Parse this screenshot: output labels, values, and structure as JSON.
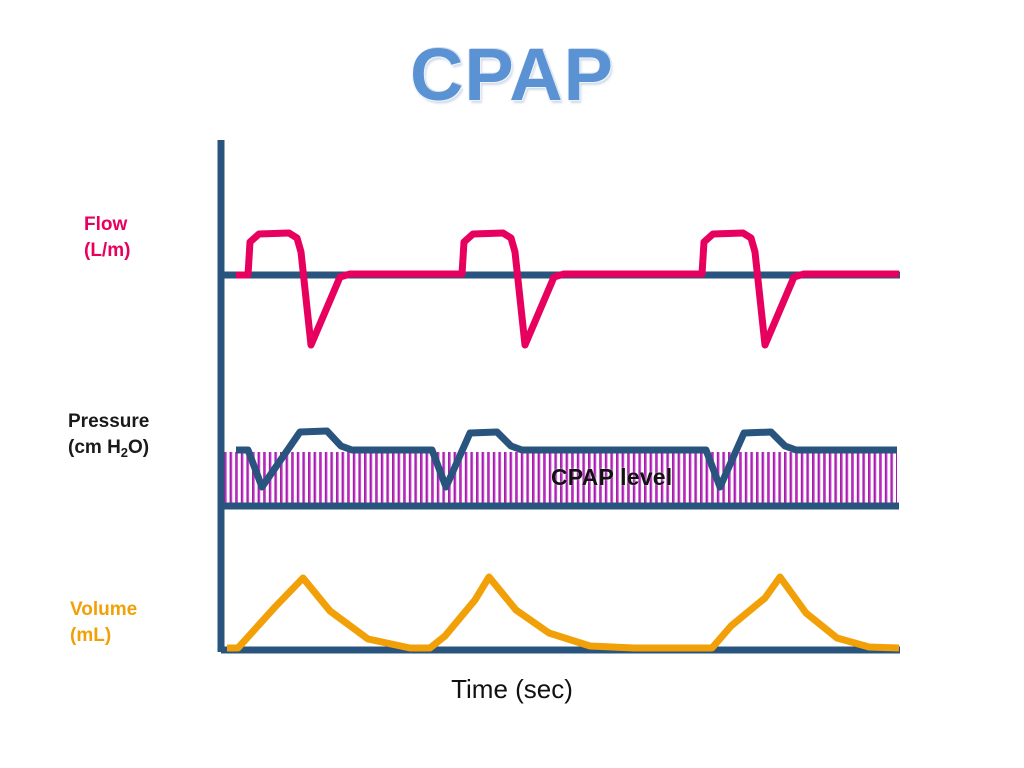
{
  "title": "CPAP",
  "labels": {
    "flow": "Flow\n(L/m)",
    "flow_line1": "Flow",
    "flow_line2": "(L/m)",
    "pressure_line1": "Pressure",
    "pressure_line2_pre": "(cm H",
    "pressure_sub": "2",
    "pressure_line2_post": "O)",
    "volume_line1": "Volume",
    "volume_line2": "(mL)",
    "time_axis": "Time (sec)",
    "cpap_level": "CPAP level"
  },
  "colors": {
    "title": "#5B92D4",
    "axis": "#28547E",
    "flow": "#E8005E",
    "pressure": "#28547E",
    "volume": "#F2A007",
    "hatch": "#A01FA8",
    "hatch_alt": "#C324C9",
    "label_pressure": "#1a1a1a",
    "background": "#FFFFFF"
  },
  "chart_data": {
    "type": "line",
    "title": "CPAP",
    "xlabel": "Time (sec)",
    "grid": false,
    "legend": "none",
    "annotations": [
      "CPAP level"
    ],
    "description": "Continuous Positive Airway Pressure ventilator waveforms: three spontaneous breath cycles showing flow, airway pressure held at a constant CPAP baseline, and delivered volume over time.",
    "panels": [
      {
        "name": "Flow",
        "ylabel": "Flow (L/m)",
        "units": "L/m",
        "baseline": 0,
        "color": "#E8005E",
        "cycles": 3,
        "cycle_period_sec": 2.0,
        "points": [
          {
            "t": 0.0,
            "v": 0.0
          },
          {
            "t": 0.18,
            "v": 0.0
          },
          {
            "t": 0.22,
            "v": 0.62
          },
          {
            "t": 0.3,
            "v": 0.82
          },
          {
            "t": 0.55,
            "v": 0.85
          },
          {
            "t": 0.66,
            "v": 0.8
          },
          {
            "t": 0.72,
            "v": 0.4
          },
          {
            "t": 0.76,
            "v": -1.25
          },
          {
            "t": 0.86,
            "v": -0.05
          },
          {
            "t": 1.0,
            "v": 0.0
          },
          {
            "t": 2.0,
            "v": 0.0
          }
        ]
      },
      {
        "name": "Pressure",
        "ylabel": "Pressure (cm H2O)",
        "units": "cm H2O",
        "baseline_label": "CPAP level",
        "cpap_baseline": 5,
        "peak": 7.5,
        "trough": 3.2,
        "color": "#28547E",
        "cycles": 3,
        "points": [
          {
            "t": 0.0,
            "v": 5.0
          },
          {
            "t": 0.12,
            "v": 3.2
          },
          {
            "t": 0.42,
            "v": 7.4
          },
          {
            "t": 0.58,
            "v": 7.5
          },
          {
            "t": 0.72,
            "v": 5.0
          },
          {
            "t": 1.0,
            "v": 5.0
          },
          {
            "t": 2.0,
            "v": 5.0
          }
        ]
      },
      {
        "name": "Volume",
        "ylabel": "Volume (mL)",
        "units": "mL",
        "baseline": 0,
        "peak": 520,
        "color": "#F2A007",
        "cycles": 3,
        "points": [
          {
            "t": 0.05,
            "v": 0
          },
          {
            "t": 0.3,
            "v": 300
          },
          {
            "t": 0.55,
            "v": 520
          },
          {
            "t": 0.8,
            "v": 250
          },
          {
            "t": 1.15,
            "v": 40
          },
          {
            "t": 1.3,
            "v": 0
          },
          {
            "t": 2.0,
            "v": 0
          }
        ]
      }
    ],
    "cycle_start_times_sec": [
      0.0,
      2.0,
      4.0
    ],
    "x_range_sec": [
      0,
      5.6
    ]
  }
}
